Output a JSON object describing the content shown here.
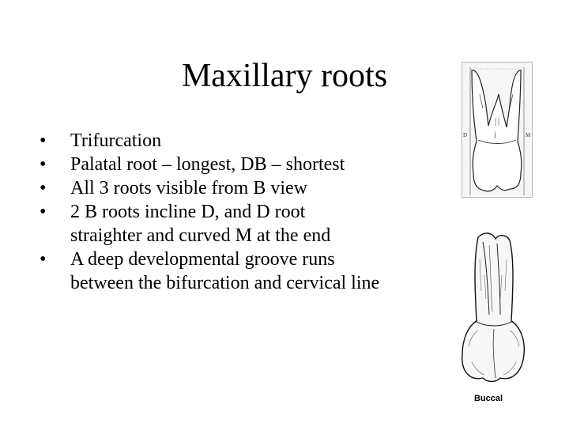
{
  "slide": {
    "title": "Maxillary roots",
    "bullet_symbol": "•",
    "bullets": [
      {
        "lines": [
          "Trifurcation"
        ]
      },
      {
        "lines": [
          "Palatal root – longest, DB – shortest"
        ]
      },
      {
        "lines": [
          "All 3 roots visible from B view"
        ]
      },
      {
        "lines": [
          "2 B roots incline D, and D root",
          "straighter and curved M at the end"
        ]
      },
      {
        "lines": [
          "A deep developmental groove runs",
          "between the bifurcation and cervical line"
        ]
      }
    ]
  },
  "figures": {
    "top": {
      "labels": {
        "d": "D",
        "m": "M",
        "j": "j"
      }
    },
    "bottom": {
      "caption": "Buccal"
    }
  }
}
